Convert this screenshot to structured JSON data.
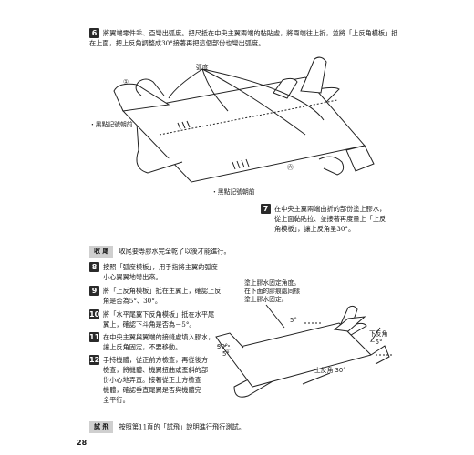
{
  "step6": {
    "num": "6",
    "line1": "將翼端零件乖、亞彎出弧度。把尺抵在中央主翼兩端的黏貼處，將兩端往上折，並將「上反角模板」抵",
    "line2": "在上面，把上反角調整成30°接著再把這個部份也彎出弧度。"
  },
  "fig1": {
    "arc_label": "弧度",
    "mark_label_1": "・黑點記號朝前",
    "mark_label_2": "・黑點記號朝前",
    "circle_a": "①",
    "circle_b": "㊅"
  },
  "step7": {
    "num": "7",
    "line1": "在中央主翼兩端由折的部份塗上膠水，",
    "line2": "從上面黏貼拉、並接著再度量上「上反",
    "line3": "角模板」，讓上反角呈30°。"
  },
  "inspection": {
    "tag": "收 尾",
    "text": "收尾要等膠水完全乾了以後才能進行。"
  },
  "steps": [
    {
      "num": "8",
      "line1": "按照「弧度模板」，用手指將主翼的弧度",
      "line2": "小心翼翼地彎出來。"
    },
    {
      "num": "9",
      "line1": "將「上反角模板」抵在主翼上，確認上反",
      "line2": "角是否為5°、30°。"
    },
    {
      "num": "10",
      "line1": "將「水平尾翼下反角模板」抵在水平尾",
      "line2": "翼上，確認下斗角是否為－5°。"
    },
    {
      "num": "11",
      "line1": "在中央主翼與翼端的接縫處填入膠水，",
      "line2": "讓上反角固定，不要移動。"
    },
    {
      "num": "12",
      "line1": "手持機體，從正前方檢查，再從後方",
      "line2": "檢查，將機體、機翼扭曲或歪斜的部",
      "line3": "份小心地弄直。接著從正上方檢查",
      "line4": "機體，確認垂直尾翼是否與機體完",
      "line5": "全平行。"
    }
  ],
  "fig2": {
    "note1": "塗上膠水固定角度。",
    "note2": "在下面的膠痕處同樣",
    "note3": "塗上膠水固定。",
    "angle_5": "5°",
    "angle_30_left": "30°",
    "down_angle_label": "下反角",
    "down_angle_value": "－5°",
    "up_angle_label": "上反角 30°",
    "angle_5_right": "5°"
  },
  "test": {
    "tag": "試 飛",
    "text": "按照第11頁的「試飛」說明進行飛行測試。"
  },
  "page_number": "28"
}
